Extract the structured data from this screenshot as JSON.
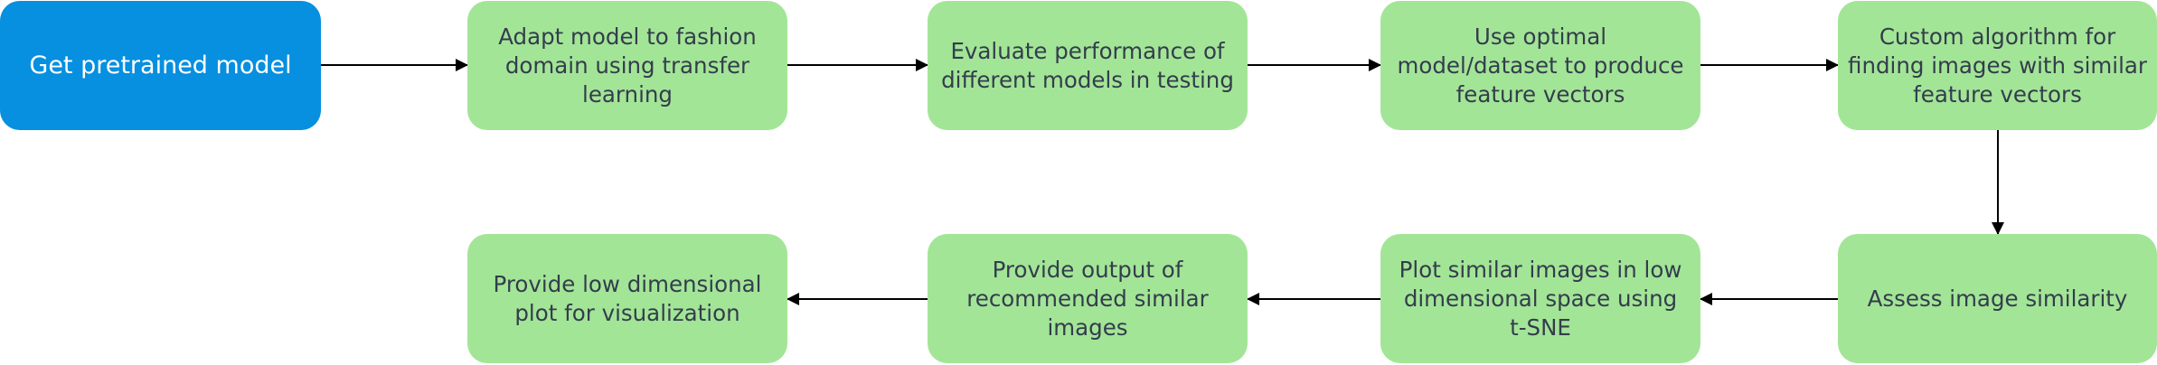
{
  "nodes": [
    {
      "id": "get-pretrained-model",
      "label": "Get pretrained model",
      "color": "#078fe0",
      "text_color": "#ffffff"
    },
    {
      "id": "adapt-model",
      "label": "Adapt model to fashion\ndomain using transfer\nlearning",
      "color": "#a3e597",
      "text_color": "#333d4c"
    },
    {
      "id": "evaluate-performance",
      "label": "Evaluate performance of\ndifferent models in testing",
      "color": "#a3e597",
      "text_color": "#333d4c"
    },
    {
      "id": "use-optimal-model",
      "label": "Use optimal\nmodel/dataset to produce\nfeature vectors",
      "color": "#a3e597",
      "text_color": "#333d4c"
    },
    {
      "id": "custom-algorithm",
      "label": "Custom algorithm for\nfinding images with similar\nfeature vectors",
      "color": "#a3e597",
      "text_color": "#333d4c"
    },
    {
      "id": "assess-similarity",
      "label": "Assess image similarity",
      "color": "#a3e597",
      "text_color": "#333d4c"
    },
    {
      "id": "plot-similar-images",
      "label": "Plot similar images in low\ndimensional space using\nt-SNE",
      "color": "#a3e597",
      "text_color": "#333d4c"
    },
    {
      "id": "provide-output",
      "label": "Provide output of\nrecommended similar\nimages",
      "color": "#a3e597",
      "text_color": "#333d4c"
    },
    {
      "id": "provide-plot",
      "label": "Provide low dimensional\nplot for visualization",
      "color": "#a3e597",
      "text_color": "#333d4c"
    }
  ],
  "edges": [
    {
      "from": "get-pretrained-model",
      "to": "adapt-model"
    },
    {
      "from": "adapt-model",
      "to": "evaluate-performance"
    },
    {
      "from": "evaluate-performance",
      "to": "use-optimal-model"
    },
    {
      "from": "use-optimal-model",
      "to": "custom-algorithm"
    },
    {
      "from": "custom-algorithm",
      "to": "assess-similarity"
    },
    {
      "from": "assess-similarity",
      "to": "plot-similar-images"
    },
    {
      "from": "plot-similar-images",
      "to": "provide-output"
    },
    {
      "from": "provide-output",
      "to": "provide-plot"
    }
  ],
  "colors": {
    "edge": "#000000",
    "start_node": "#078fe0",
    "step_node": "#a3e597"
  }
}
